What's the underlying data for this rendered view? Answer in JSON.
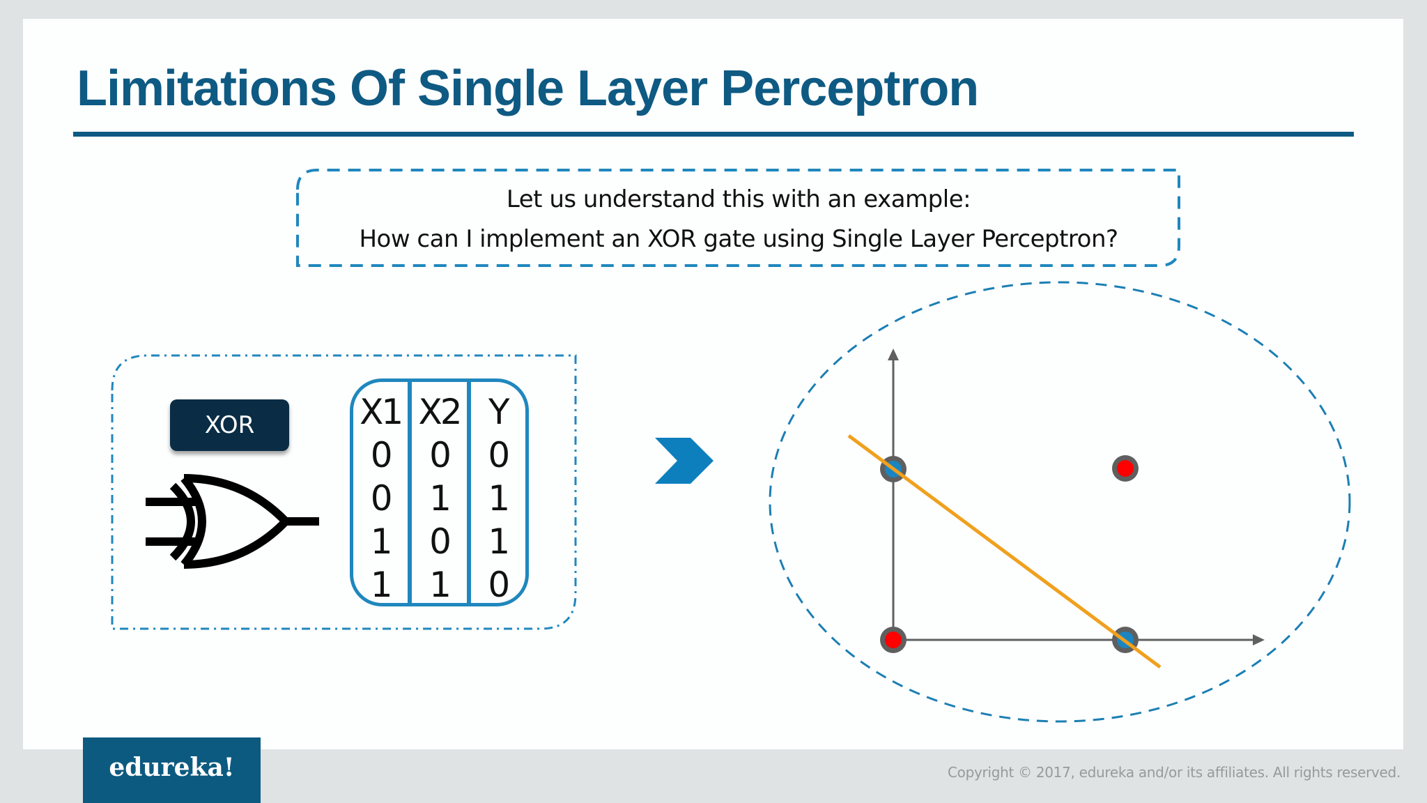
{
  "slide": {
    "title": "Limitations Of Single Layer Perceptron",
    "callout": {
      "line1": "Let us understand this with an example:",
      "line2": "How can I implement an XOR gate using Single Layer Perceptron?"
    },
    "xor_label": "XOR",
    "truth_table": {
      "headers": [
        "X1",
        "X2",
        "Y"
      ],
      "rows": [
        [
          "0",
          "0",
          "0"
        ],
        [
          "0",
          "1",
          "1"
        ],
        [
          "1",
          "0",
          "1"
        ],
        [
          "1",
          "1",
          "0"
        ]
      ]
    },
    "plot": {
      "points": [
        {
          "x": 0,
          "y": 0,
          "class": "0",
          "color": "#ff0000"
        },
        {
          "x": 0,
          "y": 1,
          "class": "1",
          "color": "#1a85c0"
        },
        {
          "x": 1,
          "y": 0,
          "class": "1",
          "color": "#1a85c0"
        },
        {
          "x": 1,
          "y": 1,
          "class": "0",
          "color": "#ff0000"
        }
      ],
      "decision_line_color": "#f0a01e",
      "axis_color": "#606060"
    }
  },
  "footer": {
    "logo": "edureka!",
    "copyright": "Copyright © 2017, edureka and/or its affiliates. All rights reserved."
  },
  "colors": {
    "title": "#0e5a83",
    "accent": "#1f87bd",
    "xor_button": "#0a2d45",
    "logo_bg": "#0d5a80"
  }
}
